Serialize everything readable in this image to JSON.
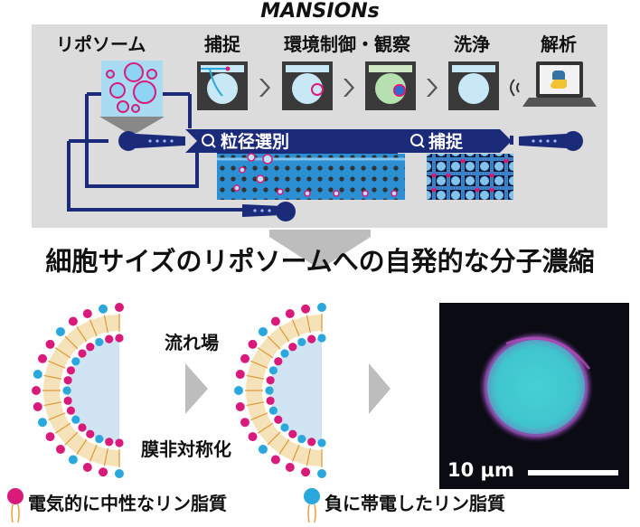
{
  "title": "MANSIONs",
  "steps": {
    "liposome": "リポソーム",
    "capture": "捕捉",
    "control": "環境制御・観察",
    "wash": "洗浄",
    "analysis": "解析"
  },
  "channel_labels": {
    "sorting": "粒径選別",
    "trap": "捕捉"
  },
  "headline": "細胞サイズのリポソームへの自発的な分子濃縮",
  "flow": {
    "top": "流れ場",
    "bottom": "膜非対称化"
  },
  "scale_bar": "10 μm",
  "legend": {
    "neutral": "電気的に中性なリン脂質",
    "negative": "負に帯電したリン脂質"
  },
  "colors": {
    "navy": "#1c2a7a",
    "magenta": "#d81b7a",
    "cyan": "#2aa7dd",
    "panel": "#dcdcdc"
  }
}
